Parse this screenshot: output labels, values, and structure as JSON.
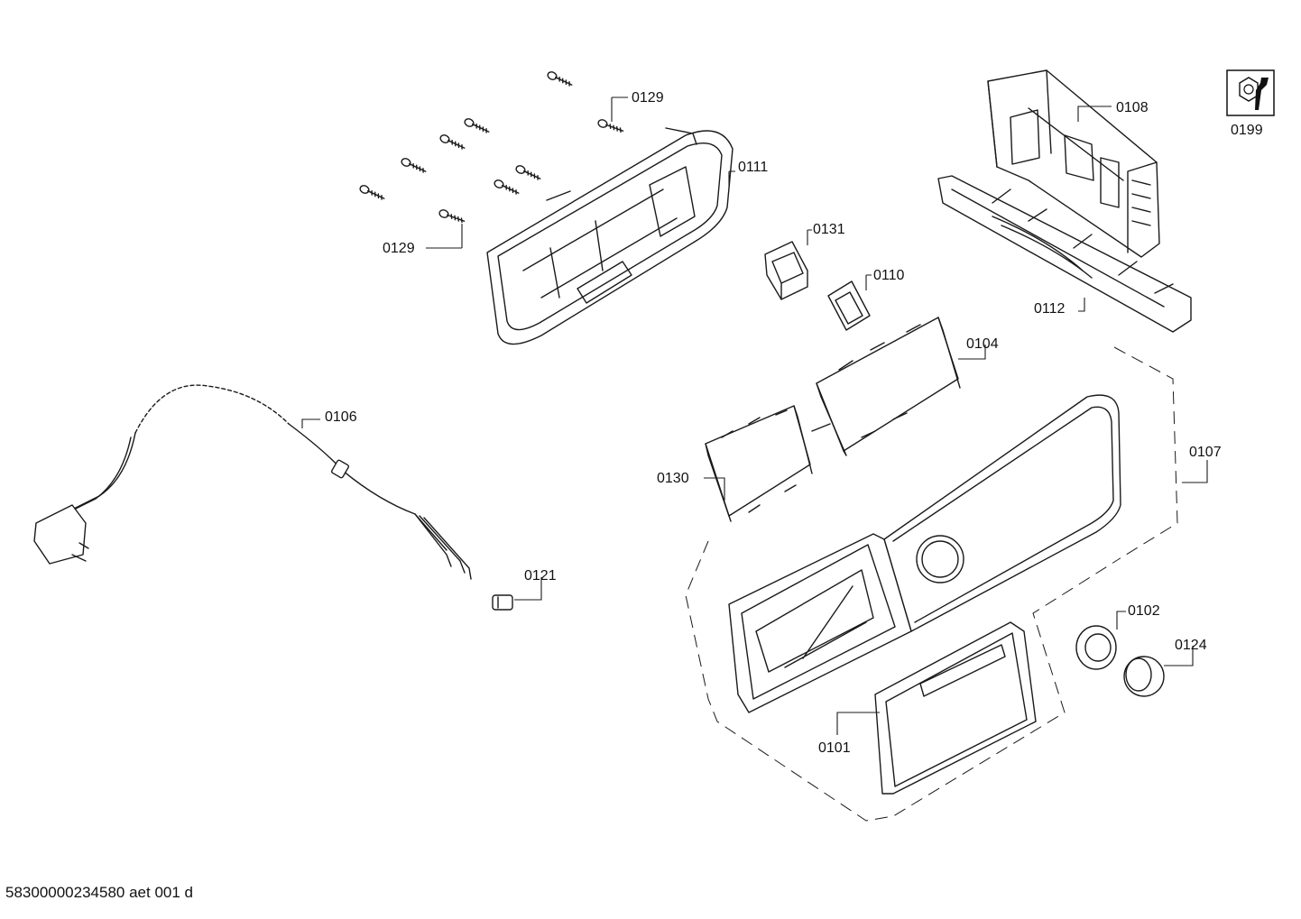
{
  "parts": [
    {
      "id": "0129-top",
      "label": "0129"
    },
    {
      "id": "0129-bottom",
      "label": "0129"
    },
    {
      "id": "0111",
      "label": "0111"
    },
    {
      "id": "0108",
      "label": "0108"
    },
    {
      "id": "0112",
      "label": "0112"
    },
    {
      "id": "0131",
      "label": "0131"
    },
    {
      "id": "0110",
      "label": "0110"
    },
    {
      "id": "0104",
      "label": "0104"
    },
    {
      "id": "0106",
      "label": "0106"
    },
    {
      "id": "0107",
      "label": "0107"
    },
    {
      "id": "0130",
      "label": "0130"
    },
    {
      "id": "0121",
      "label": "0121"
    },
    {
      "id": "0102",
      "label": "0102"
    },
    {
      "id": "0124",
      "label": "0124"
    },
    {
      "id": "0101",
      "label": "0101"
    }
  ],
  "tool_icon": {
    "label": "0199",
    "icon": "wrench-nut-icon"
  },
  "footer": {
    "drawing_id": "58300000234580 aet 001 d"
  }
}
